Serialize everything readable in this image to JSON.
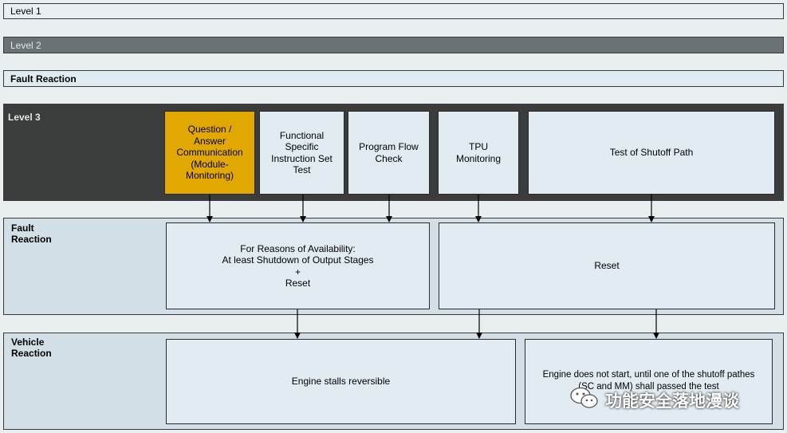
{
  "bands": {
    "level1": "Level 1",
    "level2": "Level 2",
    "fault_reaction_top": "Fault Reaction",
    "level3": "Level 3",
    "fault_reaction": "Fault\nReaction",
    "vehicle_reaction": "Vehicle\nReaction"
  },
  "level3_boxes": [
    "Question /\nAnswer\nCommunication\n(Module-\nMonitoring)",
    "Functional\nSpecific\nInstruction Set\nTest",
    "Program Flow\nCheck",
    "TPU\nMonitoring",
    "Test of Shutoff Path"
  ],
  "fault_boxes": [
    "For Reasons of Availability:\nAt least Shutdown of Output Stages\n+\nReset",
    "Reset"
  ],
  "vehicle_boxes": [
    "Engine stalls reversible",
    "Engine does not start, until one of the shutoff pathes\n(SC and MM) shall passed the test"
  ],
  "watermark": "功能安全落地漫谈",
  "colors": {
    "highlight": "#e0a800",
    "level3_bg": "#3b3d3c",
    "level2_bg": "#6b7275",
    "box_bg": "#e1ecf2"
  }
}
